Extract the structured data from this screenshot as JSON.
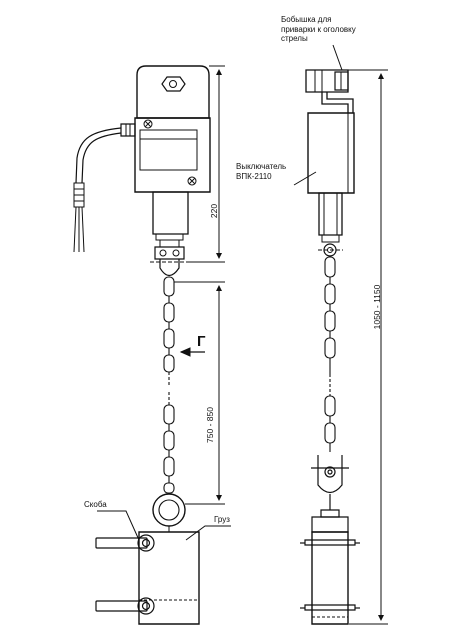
{
  "labels": {
    "boss_line1": "Бобышка для",
    "boss_line2": "приварки к оголовку",
    "boss_line3": "стрелы",
    "switch_line1": "Выключатель",
    "switch_line2": "ВПК-2110",
    "bracket": "Скоба",
    "weight": "Груз",
    "view_letter": "Г"
  },
  "dimensions": {
    "housing_height": "220",
    "chain_length": "750 - 850",
    "total_length": "1050 - 1150"
  }
}
